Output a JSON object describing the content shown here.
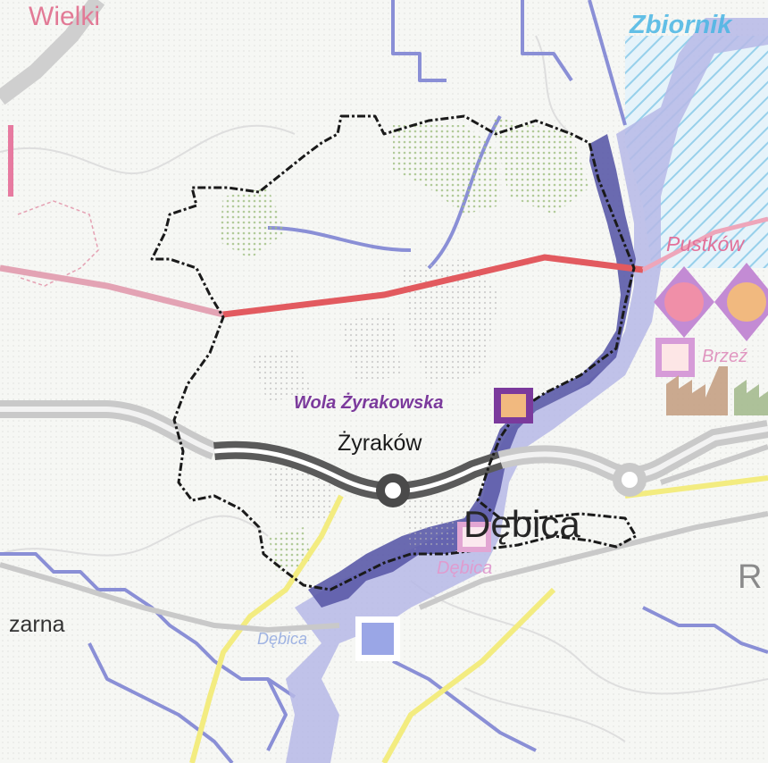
{
  "map": {
    "labels": {
      "wielki": "Wielki",
      "zbiornik": "Zbiornik",
      "pustkow": "Pustków",
      "brzez": "Brzeź",
      "wola_zyrakowska": "Wola Żyrakowska",
      "zyrakow": "Żyraków",
      "debica_town": "Dębica",
      "debica_station": "Dębica",
      "r_partial": "R",
      "zarna_partial": "zarna",
      "debica_rail": "Dębica"
    },
    "colors": {
      "commune_border": "#1a1a1a",
      "power_line": "#e25a5f",
      "power_line_faded": "#e3a3b4",
      "highway": "#5a5a5a",
      "highway_faded": "#c8c8c8",
      "road_yellow": "#f3ec80",
      "river": "#8a8fd6",
      "flood_zone": "#5b5aa8",
      "flood_zone_light": "#a9acdf",
      "reservoir_hatch": "#9fd6ef",
      "symbol_orange": "#f1b97f",
      "symbol_purple": "#7b3a9c",
      "symbol_pink": "#f08fa8"
    },
    "icons": [
      "interchange-icon",
      "settlement-square-icon",
      "station-square-icon",
      "energy-diamond-icon",
      "industry-factory-icon"
    ]
  }
}
